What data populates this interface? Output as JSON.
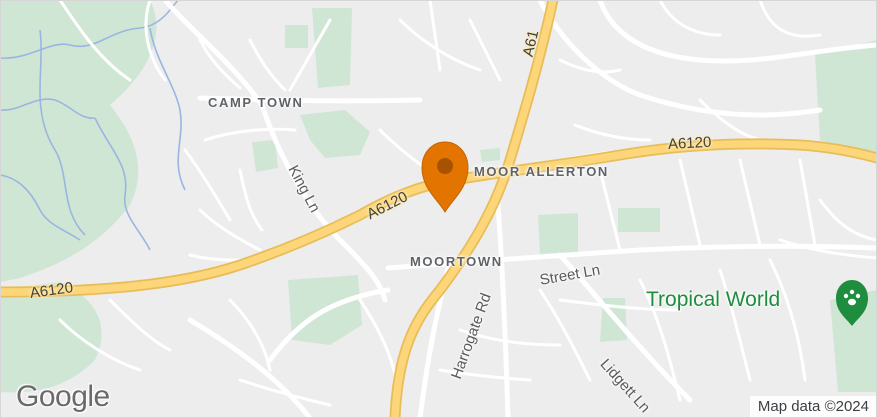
{
  "map": {
    "districts": {
      "camp_town": "CAMP TOWN",
      "moor_allerton": "MOOR ALLERTON",
      "moortown": "MOORTOWN"
    },
    "roads": {
      "a6120": "A6120",
      "a61": "A61",
      "king_ln": "King Ln",
      "street_ln": "Street Ln",
      "harrogate_rd": "Harrogate Rd",
      "lidgett_ln": "Lidgett Ln"
    },
    "poi": {
      "tropical_world": "Tropical World",
      "icon": "paw-icon",
      "color": "#1e8e3e"
    },
    "marker": {
      "icon": "location-pin-icon",
      "color": "#e37400"
    },
    "colors": {
      "land": "#ededed",
      "road": "#ffffff",
      "major_road": "#fcd679",
      "park": "#cfe6d5",
      "water": "#9ab6e0"
    }
  },
  "attribution": "Map data ©2024",
  "logo": "Google"
}
